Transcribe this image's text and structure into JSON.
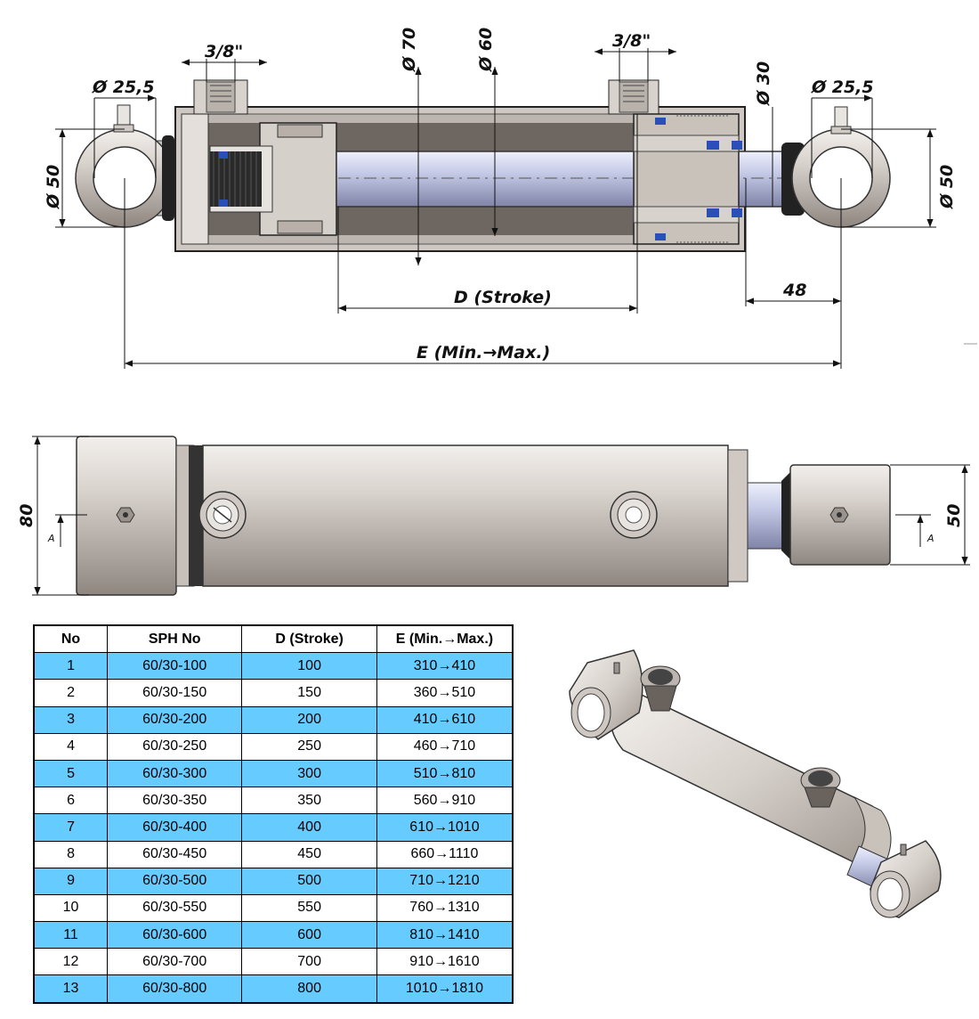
{
  "dimensions": {
    "port_left": "3/8\"",
    "port_right": "3/8\"",
    "bore_outer": "Ø 70",
    "bore_inner": "Ø 60",
    "rod": "Ø 30",
    "eye_hole_left": "Ø 25,5",
    "eye_hole_right": "Ø 25,5",
    "eye_outer_left": "Ø 50",
    "eye_outer_right": "Ø 50",
    "stroke_label": "D (Stroke)",
    "rod_end_length": "48",
    "total_length_label": "E (Min.→Max.)",
    "body_height": "80",
    "eye_height": "50",
    "section_left": "A",
    "section_right": "A"
  },
  "table": {
    "headers": [
      "No",
      "SPH No",
      "D (Stroke)",
      "E (Min.→Max.)"
    ],
    "rows": [
      [
        "1",
        "60/30-100",
        "100",
        "310→410"
      ],
      [
        "2",
        "60/30-150",
        "150",
        "360→510"
      ],
      [
        "3",
        "60/30-200",
        "200",
        "410→610"
      ],
      [
        "4",
        "60/30-250",
        "250",
        "460→710"
      ],
      [
        "5",
        "60/30-300",
        "300",
        "510→810"
      ],
      [
        "6",
        "60/30-350",
        "350",
        "560→910"
      ],
      [
        "7",
        "60/30-400",
        "400",
        "610→1010"
      ],
      [
        "8",
        "60/30-450",
        "450",
        "660→1110"
      ],
      [
        "9",
        "60/30-500",
        "500",
        "710→1210"
      ],
      [
        "10",
        "60/30-550",
        "550",
        "760→1310"
      ],
      [
        "11",
        "60/30-600",
        "600",
        "810→1410"
      ],
      [
        "12",
        "60/30-700",
        "700",
        "910→1610"
      ],
      [
        "13",
        "60/30-800",
        "800",
        "1010→1810"
      ]
    ]
  },
  "colors": {
    "row_highlight": "#66ccff",
    "metal": "#d9d4cf",
    "rod": "#c8cde8",
    "seal": "#2a4fb8"
  }
}
